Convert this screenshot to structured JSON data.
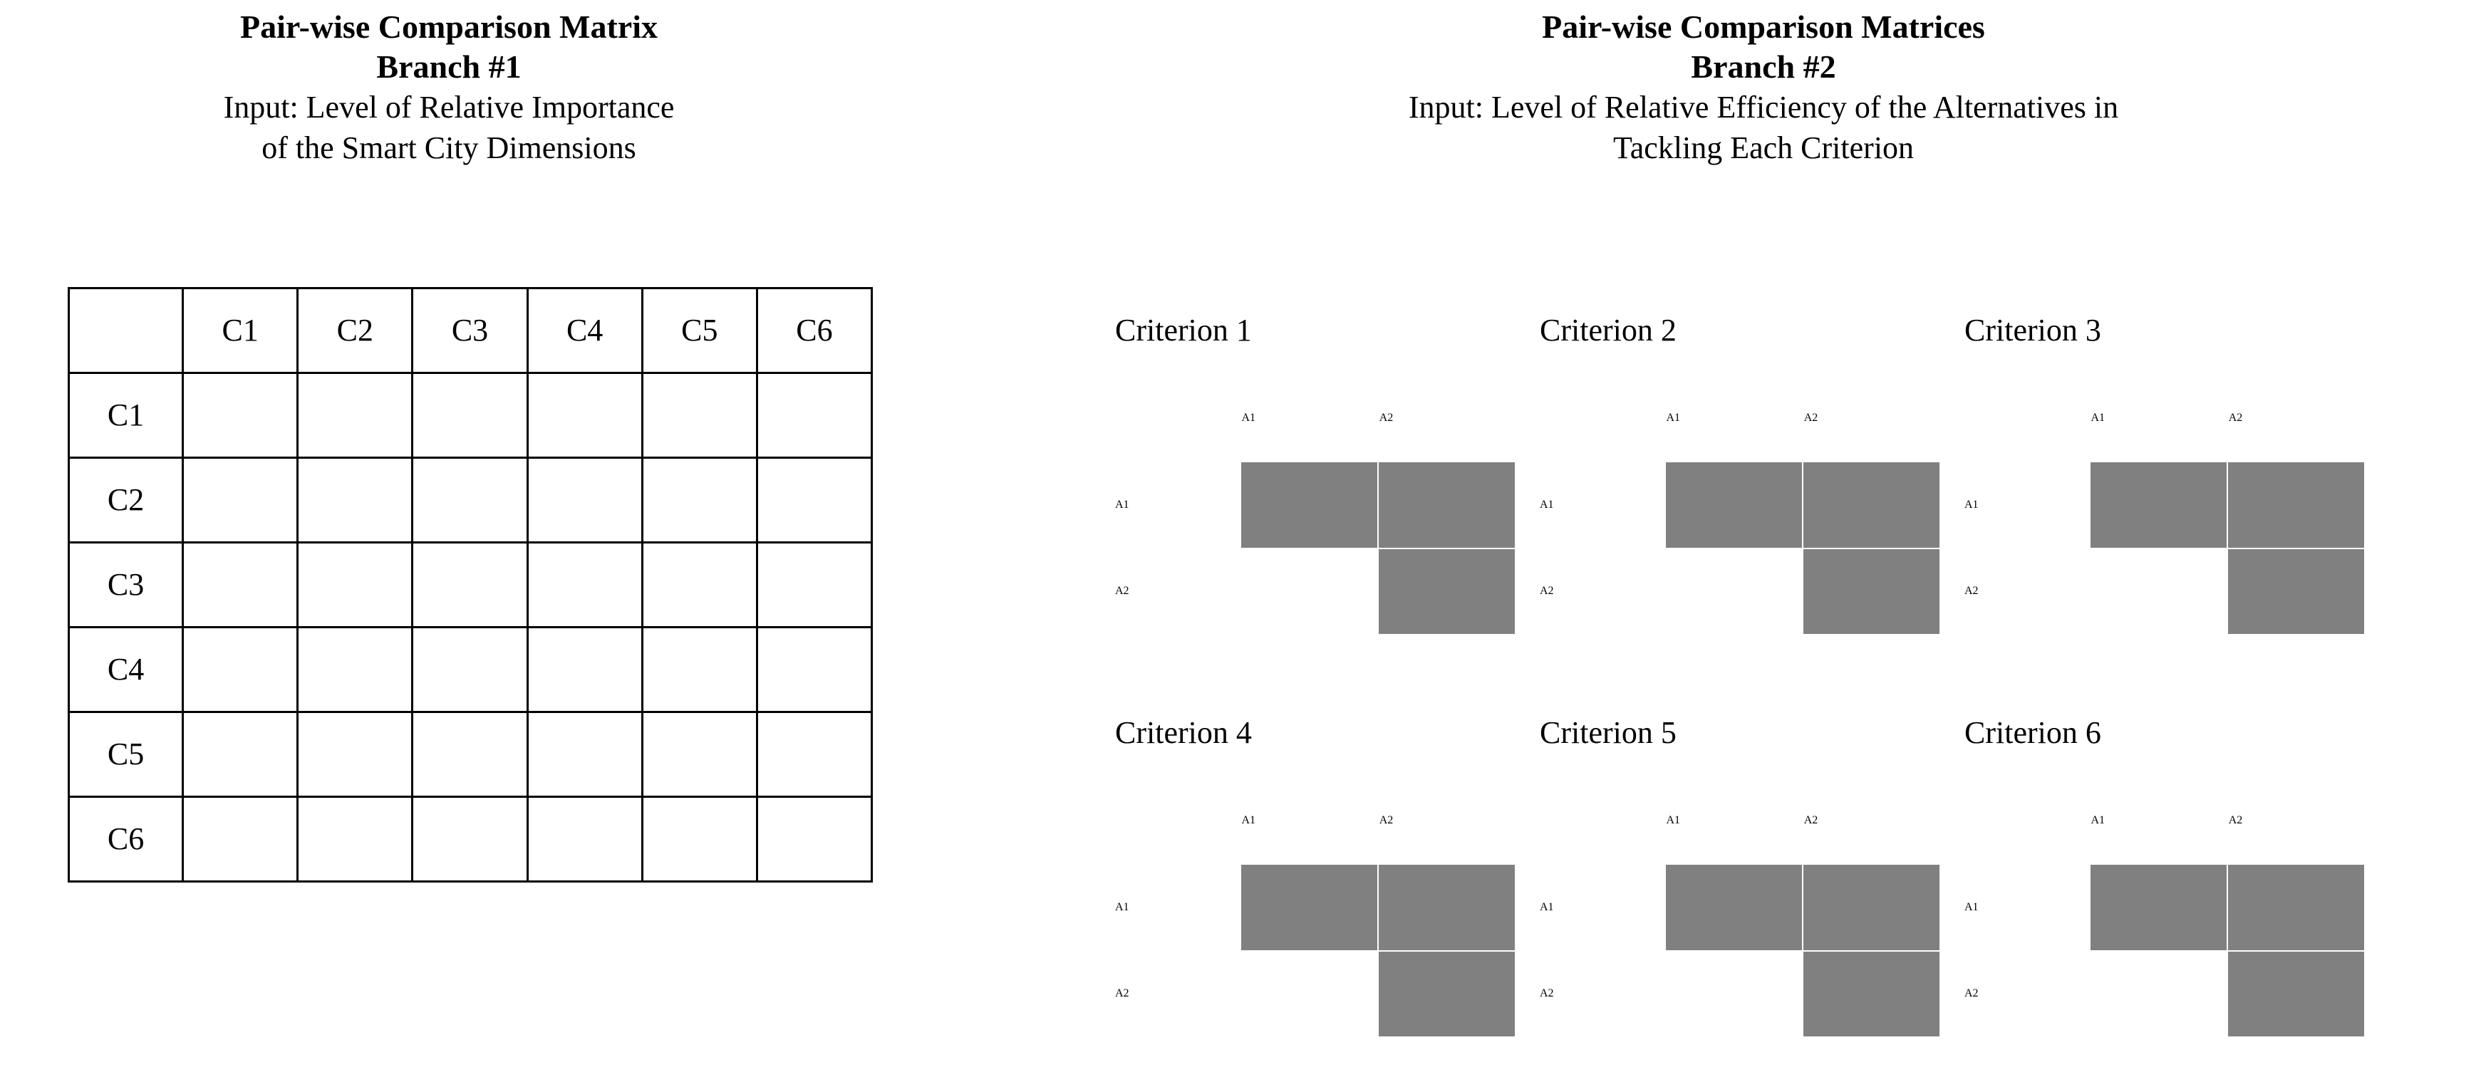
{
  "branch1": {
    "title_line1": "Pair-wise Comparison Matrix",
    "title_line2": "Branch #1",
    "subtitle_line1": "Input: Level of Relative Importance",
    "subtitle_line2": "of the Smart City Dimensions",
    "matrix": {
      "corner_label": "",
      "column_headers": [
        "C1",
        "C2",
        "C3",
        "C4",
        "C5",
        "C6"
      ],
      "row_headers": [
        "C1",
        "C2",
        "C3",
        "C4",
        "C5",
        "C6"
      ],
      "shading_note": "upper triangle including diagonal is shaded gray",
      "cells": [
        [
          "shaded",
          "shaded",
          "shaded",
          "shaded",
          "shaded",
          "shaded"
        ],
        [
          "blank",
          "shaded",
          "shaded",
          "shaded",
          "shaded",
          "shaded"
        ],
        [
          "blank",
          "blank",
          "shaded",
          "shaded",
          "shaded",
          "shaded"
        ],
        [
          "blank",
          "blank",
          "blank",
          "shaded",
          "shaded",
          "shaded"
        ],
        [
          "blank",
          "blank",
          "blank",
          "blank",
          "shaded",
          "shaded"
        ],
        [
          "blank",
          "blank",
          "blank",
          "blank",
          "blank",
          "shaded"
        ]
      ]
    }
  },
  "branch2": {
    "title_line1": "Pair-wise Comparison Matrices",
    "title_line2": "Branch #2",
    "subtitle_line1": "Input: Level of Relative Efficiency of the Alternatives in",
    "subtitle_line2": "Tackling Each Criterion",
    "alternatives": [
      "A1",
      "A2"
    ],
    "criterion_tables": [
      {
        "title": "Criterion 1",
        "corner_label": "",
        "column_headers": [
          "A1",
          "A2"
        ],
        "row_headers": [
          "A1",
          "A2"
        ],
        "cells": [
          [
            "shaded",
            "shaded"
          ],
          [
            "blank",
            "shaded"
          ]
        ]
      },
      {
        "title": "Criterion 2",
        "corner_label": "",
        "column_headers": [
          "A1",
          "A2"
        ],
        "row_headers": [
          "A1",
          "A2"
        ],
        "cells": [
          [
            "shaded",
            "shaded"
          ],
          [
            "blank",
            "shaded"
          ]
        ]
      },
      {
        "title": "Criterion 3",
        "corner_label": "",
        "column_headers": [
          "A1",
          "A2"
        ],
        "row_headers": [
          "A1",
          "A2"
        ],
        "cells": [
          [
            "shaded",
            "shaded"
          ],
          [
            "blank",
            "shaded"
          ]
        ]
      },
      {
        "title": "Criterion 4",
        "corner_label": "",
        "column_headers": [
          "A1",
          "A2"
        ],
        "row_headers": [
          "A1",
          "A2"
        ],
        "cells": [
          [
            "shaded",
            "shaded"
          ],
          [
            "blank",
            "shaded"
          ]
        ]
      },
      {
        "title": "Criterion 5",
        "corner_label": "",
        "column_headers": [
          "A1",
          "A2"
        ],
        "row_headers": [
          "A1",
          "A2"
        ],
        "cells": [
          [
            "shaded",
            "shaded"
          ],
          [
            "blank",
            "shaded"
          ]
        ]
      },
      {
        "title": "Criterion 6",
        "corner_label": "",
        "column_headers": [
          "A1",
          "A2"
        ],
        "row_headers": [
          "A1",
          "A2"
        ],
        "cells": [
          [
            "shaded",
            "shaded"
          ],
          [
            "blank",
            "shaded"
          ]
        ]
      }
    ]
  },
  "colors": {
    "shaded_cell": "#808080",
    "blank_cell": "#FFFFFF",
    "border": "#000000",
    "text": "#000000",
    "background": "#FFFFFF"
  }
}
